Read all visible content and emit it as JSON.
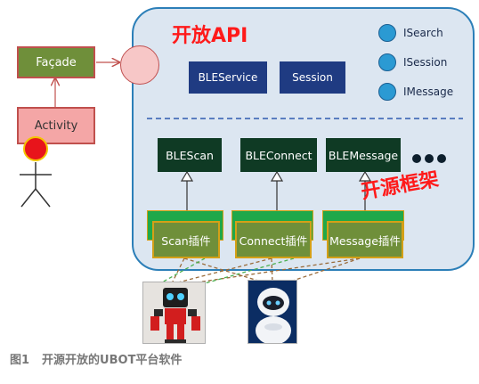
{
  "nodes": {
    "facade": "Façade",
    "activity": "Activity"
  },
  "api": {
    "title": "开放API",
    "services": [
      "BLEService",
      "Session"
    ],
    "interfaces": [
      "ISearch",
      "ISession",
      "IMessage"
    ]
  },
  "framework": {
    "title": "开源框架",
    "classes": [
      "BLEScan",
      "BLEConnect",
      "BLEMessage"
    ],
    "plugins": [
      "Scan插件",
      "Connect插件",
      "Message插件"
    ]
  },
  "caption": {
    "number": "图1",
    "text": "开源开放的UBOT平台软件"
  },
  "colors": {
    "frame_bg": "#dce6f1",
    "frame_border": "#2c7fb8",
    "title_red": "#ff1a1a",
    "service_navy": "#1f3b82",
    "class_dark": "#0f3a24",
    "node_green": "#6f8f3a",
    "activity_pink": "#f4a6a6",
    "interface_blue": "#2b9ad3"
  }
}
